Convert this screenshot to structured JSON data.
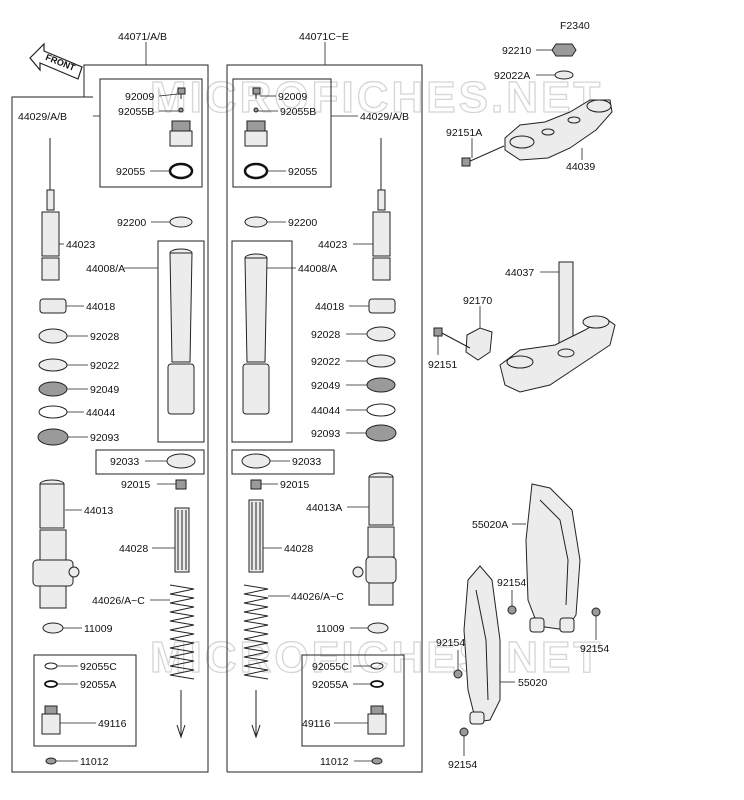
{
  "figure_code": "F2340",
  "direction_label": "FRONT",
  "watermark": "MICROFICHES.NET",
  "labels": {
    "l44071ab": "44071/A/B",
    "l44071ce": "44071C~E",
    "l92210": "92210",
    "l92022a": "92022A",
    "l92151a": "92151A",
    "l44039": "44039",
    "l44029L": "44029/A/B",
    "l44029R": "44029/A/B",
    "l92009L": "92009",
    "l92055bL": "92055B",
    "l92055L": "92055",
    "l92009R": "92009",
    "l92055bR": "92055B",
    "l92055R": "92055",
    "l92200L": "92200",
    "l92200R": "92200",
    "l44023L": "44023",
    "l44023R": "44023",
    "l44008L": "44008/A",
    "l44008R": "44008/A",
    "l44018L": "44018",
    "l44018R": "44018",
    "l92028L": "92028",
    "l92028R": "92028",
    "l92022L": "92022",
    "l92022R": "92022",
    "l92049L": "92049",
    "l92049R": "92049",
    "l44044L": "44044",
    "l44044R": "44044",
    "l92093L": "92093",
    "l92093R": "92093",
    "l92033L": "92033",
    "l92033R": "92033",
    "l92015L": "92015",
    "l92015R": "92015",
    "l44013": "44013",
    "l44013a": "44013A",
    "l44028L": "44028",
    "l44028R": "44028",
    "l44026L": "44026/A~C",
    "l44026R": "44026/A~C",
    "l11009L": "11009",
    "l11009R": "11009",
    "l92055cL": "92055C",
    "l92055cR": "92055C",
    "l92055aL": "92055A",
    "l92055aR": "92055A",
    "l49116L": "49116",
    "l49116R": "49116",
    "l11012L": "11012",
    "l11012R": "11012",
    "l44037": "44037",
    "l92170": "92170",
    "l92151": "92151",
    "l55020a": "55020A",
    "l92154a": "92154",
    "l92154b": "92154",
    "l92154c": "92154",
    "l92154d": "92154",
    "l55020": "55020"
  }
}
